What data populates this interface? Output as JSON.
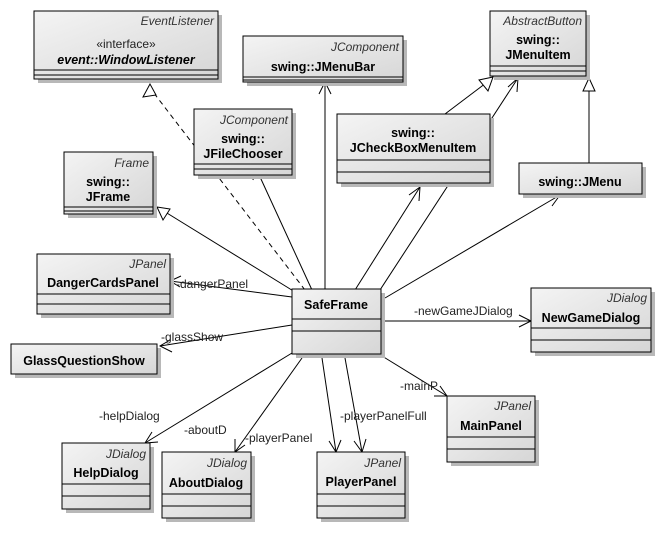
{
  "classes": {
    "eventListener": {
      "stereotype_italic": "EventListener",
      "interface": "«interface»",
      "name": "event::WindowListener"
    },
    "jmenubar": {
      "stereotype_italic": "JComponent",
      "name": "swing::JMenuBar"
    },
    "jmenuitem": {
      "stereotype_italic": "AbstractButton",
      "name_line1": "swing::",
      "name_line2": "JMenuItem"
    },
    "jfilechooser": {
      "stereotype_italic": "JComponent",
      "name_line1": "swing::",
      "name_line2": "JFileChooser"
    },
    "jcheckbox": {
      "name_line1": "swing::",
      "name_line2": "JCheckBoxMenuItem"
    },
    "jframe": {
      "stereotype_italic": "Frame",
      "name_line1": "swing::",
      "name_line2": "JFrame"
    },
    "jmenu": {
      "name": "swing::JMenu"
    },
    "dangercards": {
      "stereotype_italic": "JPanel",
      "name": "DangerCardsPanel"
    },
    "safeframe": {
      "name": "SafeFrame"
    },
    "newgame": {
      "stereotype_italic": "JDialog",
      "name": "NewGameDialog"
    },
    "glass": {
      "name": "GlassQuestionShow"
    },
    "mainpanel": {
      "stereotype_italic": "JPanel",
      "name": "MainPanel"
    },
    "helpdialog": {
      "stereotype_italic": "JDialog",
      "name": "HelpDialog"
    },
    "aboutdialog": {
      "stereotype_italic": "JDialog",
      "name": "AboutDialog"
    },
    "playerpanel": {
      "stereotype_italic": "JPanel",
      "name": "PlayerPanel"
    }
  },
  "roles": {
    "dangerPanel": "-dangerPanel",
    "glassShow": "-glassShow",
    "newGameJDialog": "-newGameJDialog",
    "mainP": "-mainP",
    "helpDialog": "-helpDialog",
    "aboutD": "-aboutD",
    "playerPanel": "-playerPanel",
    "playerPanelFull": "-playerPanelFull"
  }
}
